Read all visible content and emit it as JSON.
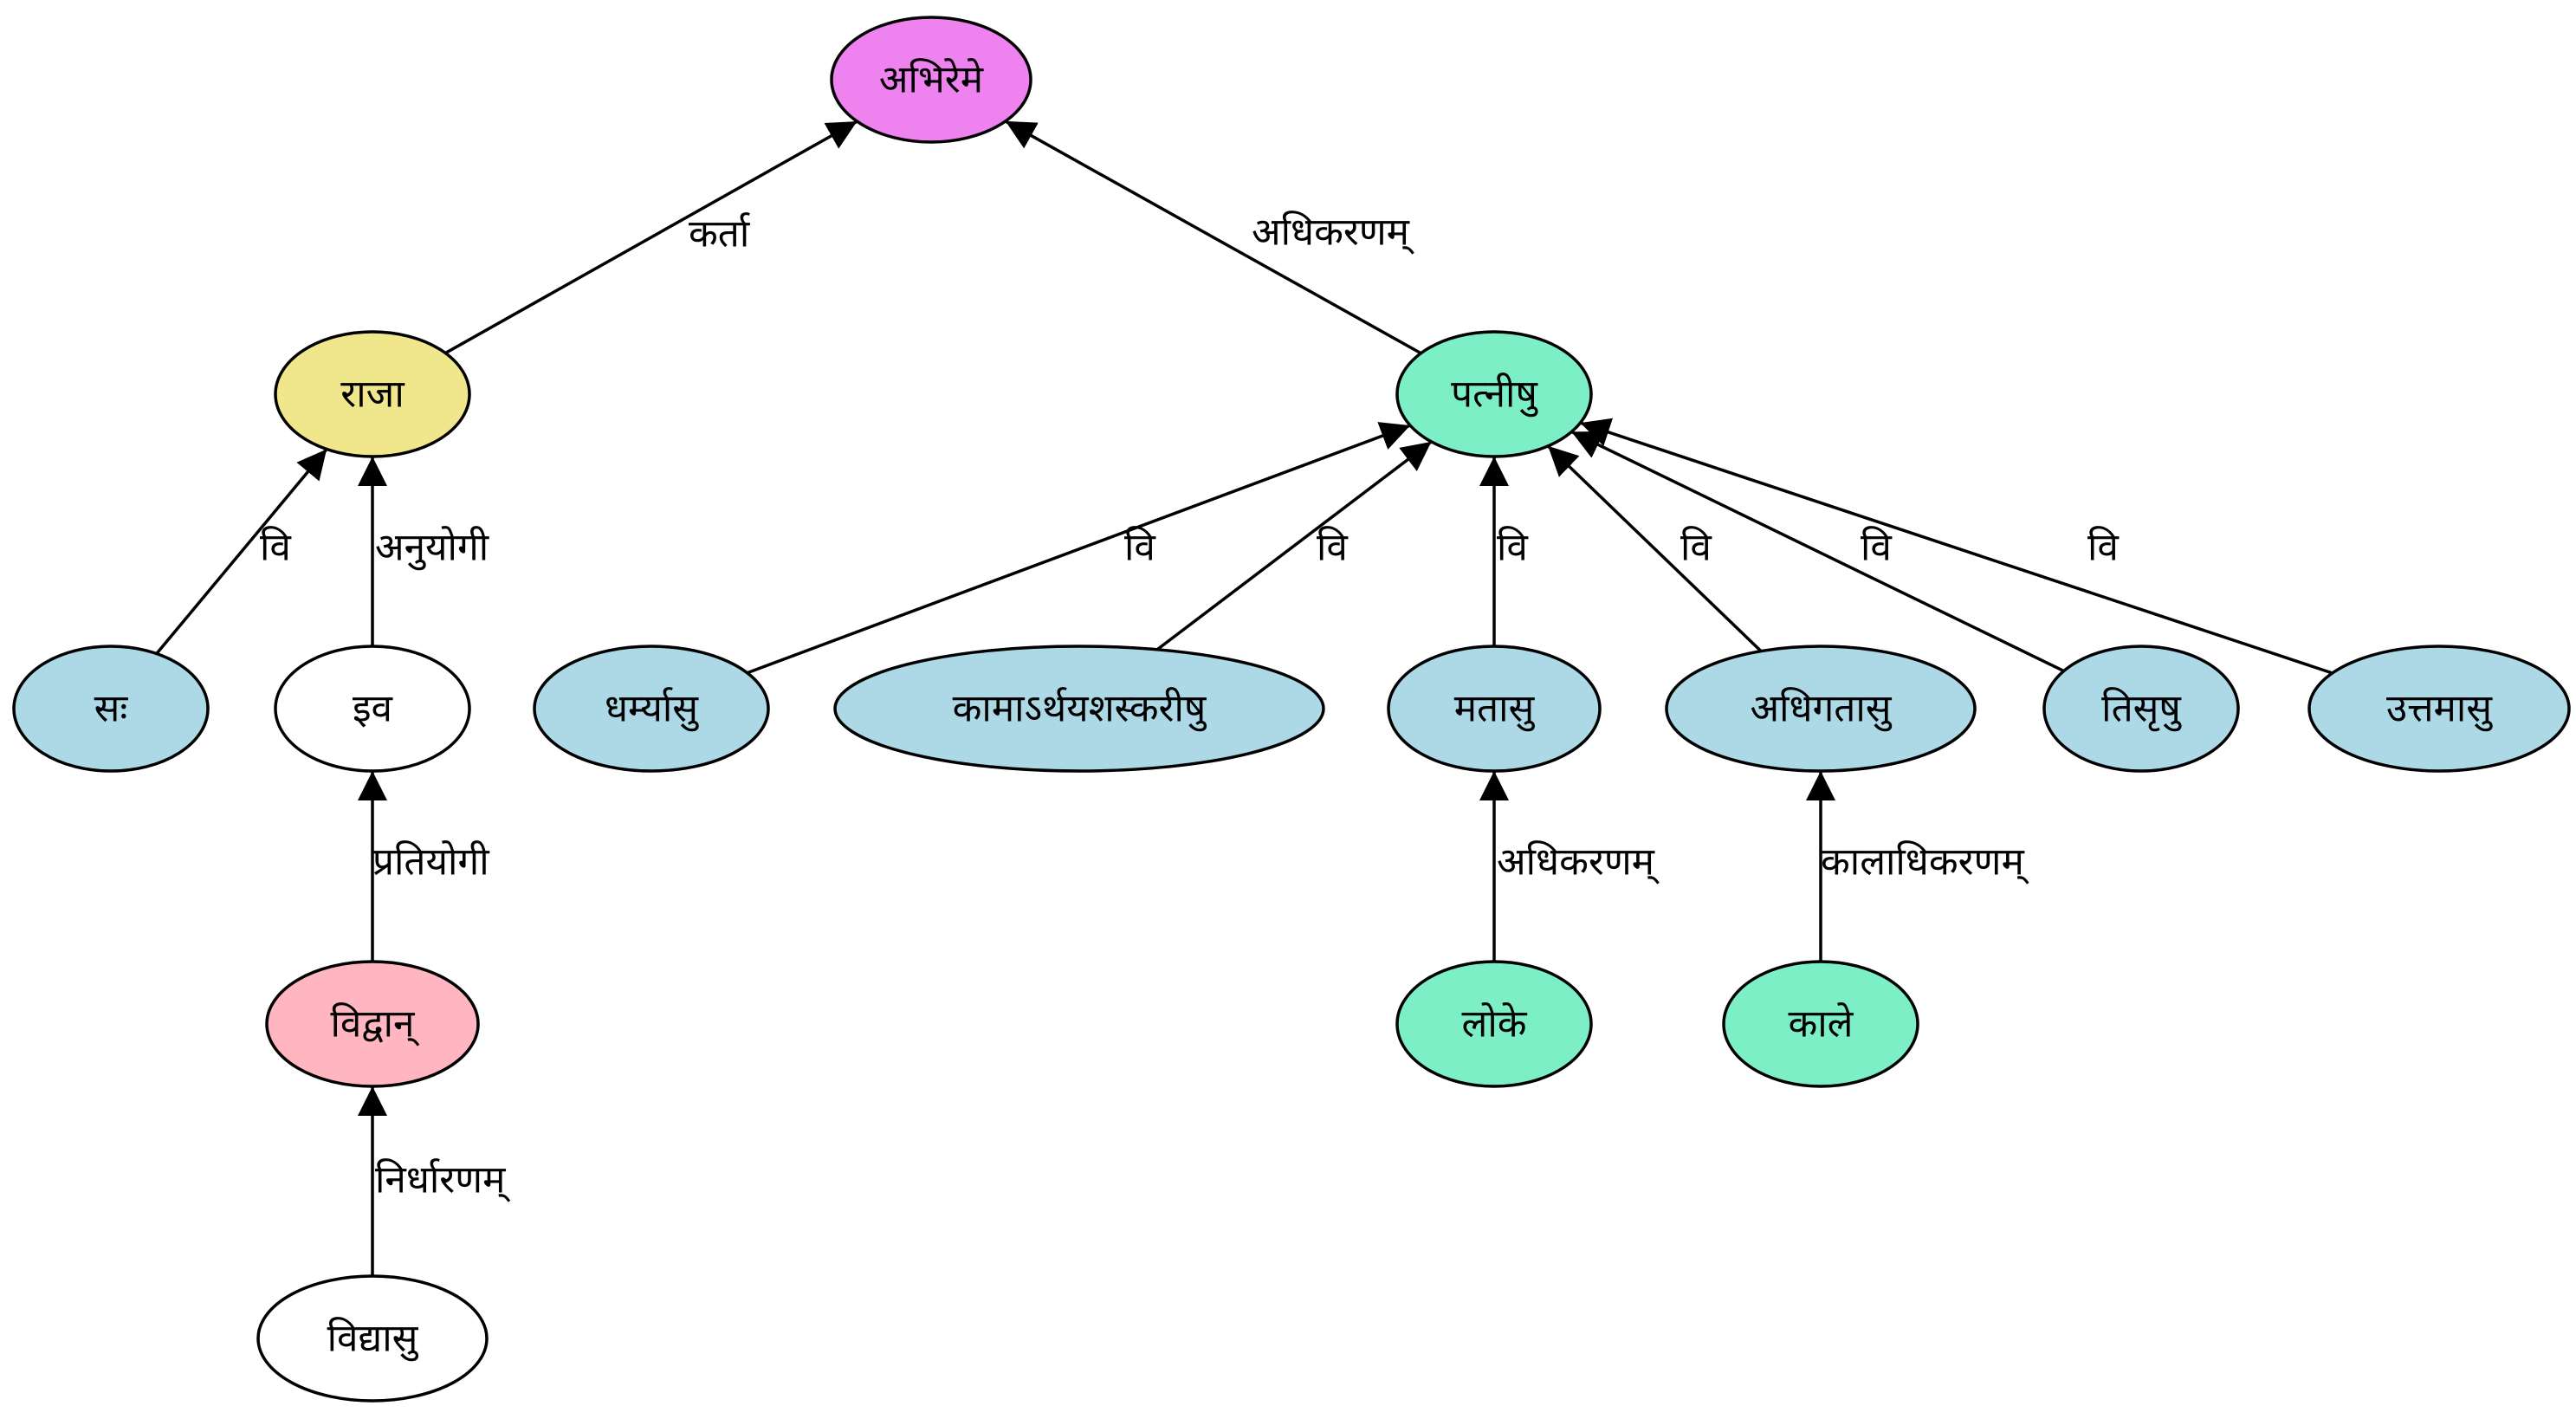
{
  "colors": {
    "violet": "#EE82EE",
    "khaki": "#F0E68C",
    "aquamarine": "#7CEFC6",
    "lightblue": "#ADD8E6",
    "pink": "#FFB6C1",
    "white": "#FFFFFF"
  },
  "nodes": [
    {
      "id": "abhireme",
      "label": "अभिरेमे",
      "fill": "#EE82EE"
    },
    {
      "id": "raja",
      "label": "राजा",
      "fill": "#F0E68C"
    },
    {
      "id": "patnishu",
      "label": "पत्नीषु",
      "fill": "#7CEFC6"
    },
    {
      "id": "sah",
      "label": "सः",
      "fill": "#ADD8E6"
    },
    {
      "id": "iva",
      "label": "इव",
      "fill": "#FFFFFF"
    },
    {
      "id": "dharmyasu",
      "label": "धर्म्यासु",
      "fill": "#ADD8E6"
    },
    {
      "id": "kama",
      "label": "कामाऽर्थयशस्करीषु",
      "fill": "#ADD8E6"
    },
    {
      "id": "matasu",
      "label": "मतासु",
      "fill": "#ADD8E6"
    },
    {
      "id": "adhigatasu",
      "label": "अधिगतासु",
      "fill": "#ADD8E6"
    },
    {
      "id": "tisrishu",
      "label": "तिसृषु",
      "fill": "#ADD8E6"
    },
    {
      "id": "uttamasu",
      "label": "उत्तमासु",
      "fill": "#ADD8E6"
    },
    {
      "id": "vidvan",
      "label": "विद्वान्",
      "fill": "#FFB6C1"
    },
    {
      "id": "loke",
      "label": "लोके",
      "fill": "#7CEFC6"
    },
    {
      "id": "kale",
      "label": "काले",
      "fill": "#7CEFC6"
    },
    {
      "id": "vidyasu",
      "label": "विद्यासु",
      "fill": "#FFFFFF"
    }
  ],
  "edges": [
    {
      "id": "raja-abhireme",
      "from": "raja",
      "to": "abhireme",
      "label": "कर्ता"
    },
    {
      "id": "patnishu-abhireme",
      "from": "patnishu",
      "to": "abhireme",
      "label": "अधिकरणम्"
    },
    {
      "id": "sah-raja",
      "from": "sah",
      "to": "raja",
      "label": "वि"
    },
    {
      "id": "iva-raja",
      "from": "iva",
      "to": "raja",
      "label": "अनुयोगी"
    },
    {
      "id": "vidvan-iva",
      "from": "vidvan",
      "to": "iva",
      "label": "प्रतियोगी"
    },
    {
      "id": "vidyasu-vidvan",
      "from": "vidyasu",
      "to": "vidvan",
      "label": "निर्धारणम्"
    },
    {
      "id": "dharmyasu-patnishu",
      "from": "dharmyasu",
      "to": "patnishu",
      "label": "वि"
    },
    {
      "id": "kama-patnishu",
      "from": "kama",
      "to": "patnishu",
      "label": "वि"
    },
    {
      "id": "matasu-patnishu",
      "from": "matasu",
      "to": "patnishu",
      "label": "वि"
    },
    {
      "id": "adhigatasu-patnishu",
      "from": "adhigatasu",
      "to": "patnishu",
      "label": "वि"
    },
    {
      "id": "tisrishu-patnishu",
      "from": "tisrishu",
      "to": "patnishu",
      "label": "वि"
    },
    {
      "id": "uttamasu-patnishu",
      "from": "uttamasu",
      "to": "patnishu",
      "label": "वि"
    },
    {
      "id": "loke-matasu",
      "from": "loke",
      "to": "matasu",
      "label": "अधिकरणम्"
    },
    {
      "id": "kale-adhigatasu",
      "from": "kale",
      "to": "adhigatasu",
      "label": "कालाधिकरणम्"
    }
  ]
}
